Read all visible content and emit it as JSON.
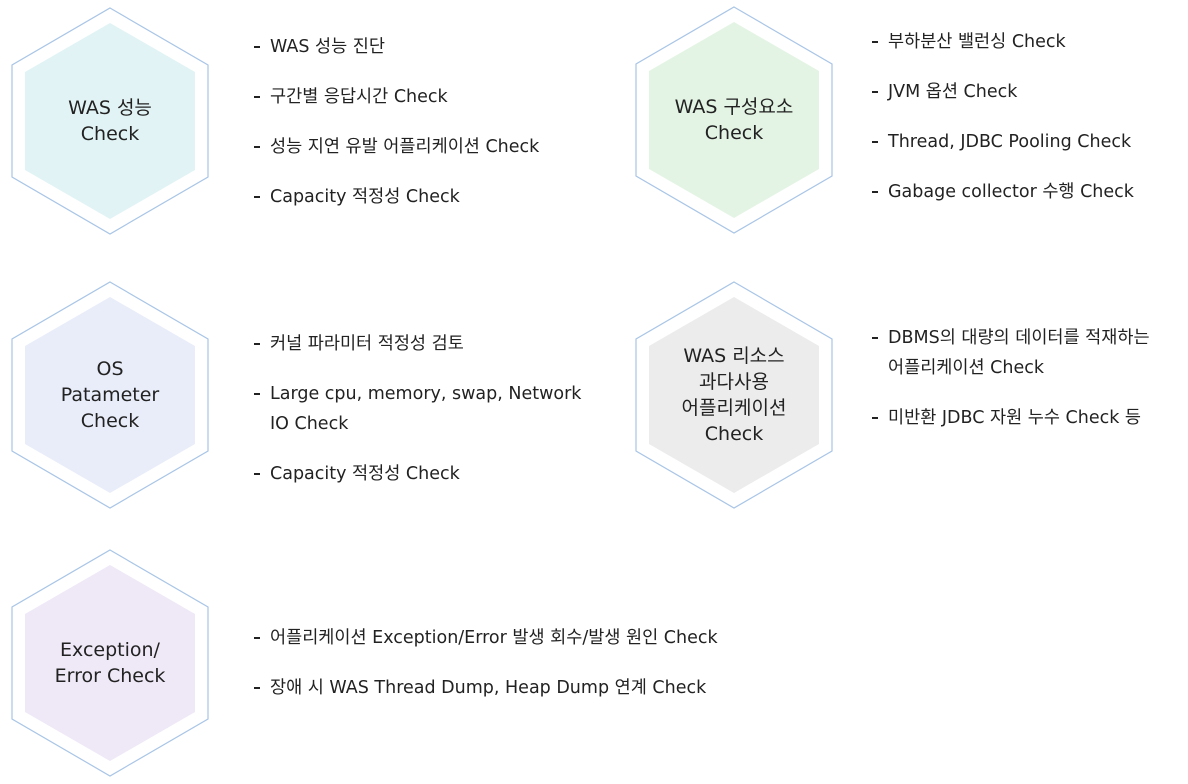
{
  "blocks": [
    {
      "id": "was-performance",
      "title_lines": [
        "WAS 성능",
        "Check"
      ],
      "fill": "#e1f3f4",
      "stroke": "#a9c5e6",
      "items": [
        {
          "lines": [
            "WAS 성능 진단"
          ]
        },
        {
          "lines": [
            "구간별 응답시간 Check"
          ]
        },
        {
          "lines": [
            "성능 지연 유발 어플리케이션 Check"
          ]
        },
        {
          "lines": [
            "Capacity 적정성 Check"
          ]
        }
      ]
    },
    {
      "id": "was-components",
      "title_lines": [
        "WAS 구성요소",
        "Check"
      ],
      "fill": "#e4f4e4",
      "stroke": "#a9c5e6",
      "items": [
        {
          "lines": [
            "부하분산 밸런싱 Check"
          ]
        },
        {
          "lines": [
            "JVM 옵션 Check"
          ]
        },
        {
          "lines": [
            "Thread, JDBC Pooling Check"
          ]
        },
        {
          "lines": [
            "Gabage collector 수행 Check"
          ]
        }
      ]
    },
    {
      "id": "os-parameter",
      "title_lines": [
        "OS",
        "Patameter",
        "Check"
      ],
      "fill": "#e8edf9",
      "stroke": "#a9c5e6",
      "items": [
        {
          "lines": [
            "커널 파라미터 적정성 검토"
          ]
        },
        {
          "lines": [
            "Large cpu, memory, swap, Network",
            "IO Check"
          ]
        },
        {
          "lines": [
            "Capacity 적정성 Check"
          ]
        }
      ]
    },
    {
      "id": "was-resource",
      "title_lines": [
        "WAS 리소스",
        "과다사용",
        "어플리케이션",
        "Check"
      ],
      "fill": "#ececec",
      "stroke": "#a9c5e6",
      "items": [
        {
          "lines": [
            "DBMS의 대량의 데이터를 적재하는",
            "어플리케이션 Check"
          ]
        },
        {
          "lines": [
            "미반환 JDBC 자원 누수 Check 등"
          ]
        }
      ]
    },
    {
      "id": "exception-error",
      "title_lines": [
        "Exception/",
        "Error Check"
      ],
      "fill": "#efe8f7",
      "stroke": "#a9c5e6",
      "items": [
        {
          "lines": [
            "어플리케이션 Exception/Error 발생 회수/발생 원인 Check"
          ]
        },
        {
          "lines": [
            "장애 시 WAS Thread Dump, Heap Dump 연계 Check"
          ]
        }
      ]
    }
  ]
}
